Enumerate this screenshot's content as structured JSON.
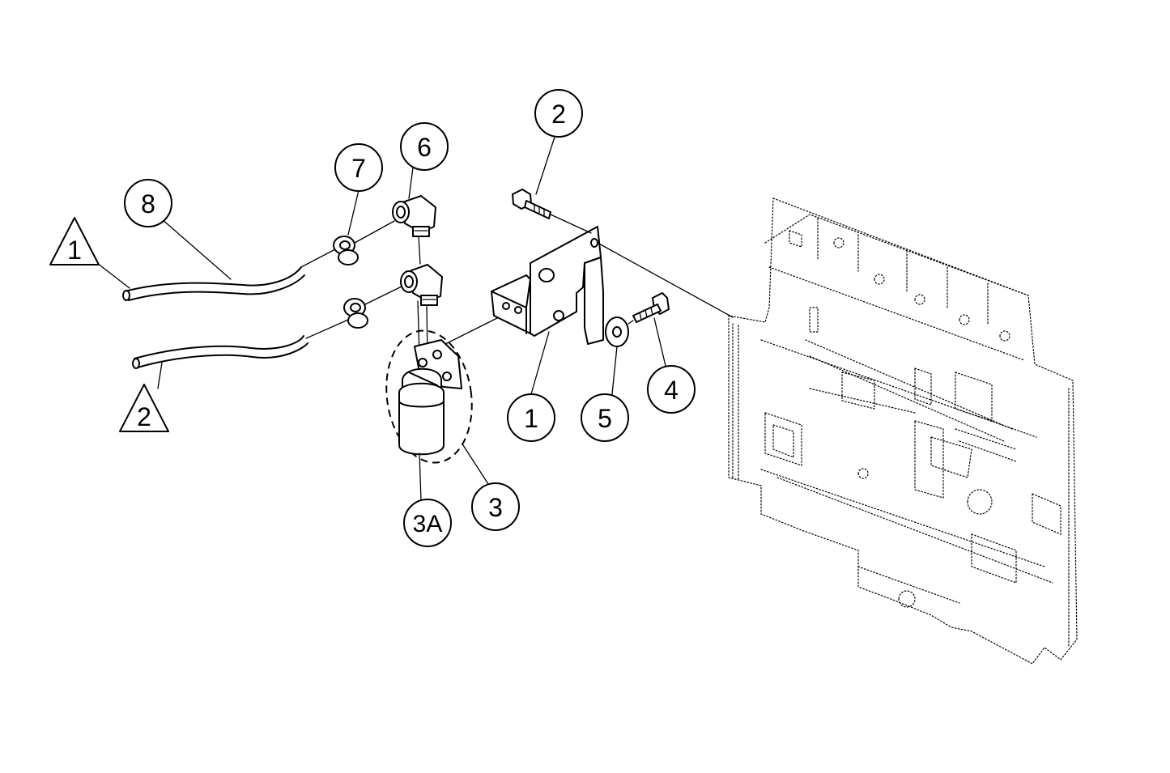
{
  "callouts": {
    "c1": "1",
    "c2": "2",
    "c3": "3",
    "c3a": "3A",
    "c4": "4",
    "c5": "5",
    "c6": "6",
    "c7": "7",
    "c8": "8"
  },
  "flags": {
    "f1": "1",
    "f2": "2"
  }
}
